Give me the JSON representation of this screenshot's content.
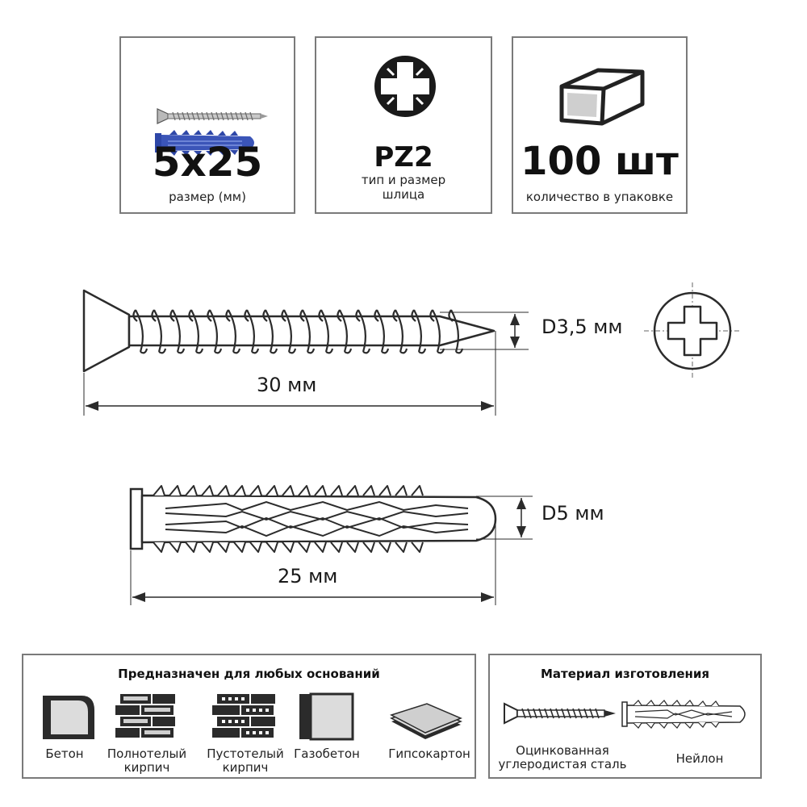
{
  "cards": {
    "size": {
      "value": "5x25",
      "caption": "размер (мм)"
    },
    "slot": {
      "value": "PZ2",
      "caption_line1": "тип и размер",
      "caption_line2": "шлица"
    },
    "quantity": {
      "value": "100 шт",
      "caption": "количество в упаковке"
    }
  },
  "diagram": {
    "screw_length": "30 мм",
    "screw_diameter": "D3,5 мм",
    "dowel_length": "25  мм",
    "dowel_diameter": "D5 мм"
  },
  "bases": {
    "title": "Предназначен для любых оснований",
    "items": [
      {
        "icon": "concrete-icon",
        "line1": "Бетон",
        "line2": ""
      },
      {
        "icon": "solid-brick-icon",
        "line1": "Полнотелый",
        "line2": "кирпич"
      },
      {
        "icon": "hollow-brick-icon",
        "line1": "Пустотелый",
        "line2": "кирпич"
      },
      {
        "icon": "aerated-concrete-icon",
        "line1": "Газобетон",
        "line2": ""
      },
      {
        "icon": "drywall-icon",
        "line1": "Гипсокартон",
        "line2": ""
      }
    ]
  },
  "material": {
    "title": "Материал изготовления",
    "steel_line1": "Оцинкованная",
    "steel_line2": "углеродистая сталь",
    "nylon": "Нейлон"
  },
  "colors": {
    "border": "#7a7a7a",
    "dowel_blue": "#3b55b8",
    "line": "#2b2b2b"
  }
}
